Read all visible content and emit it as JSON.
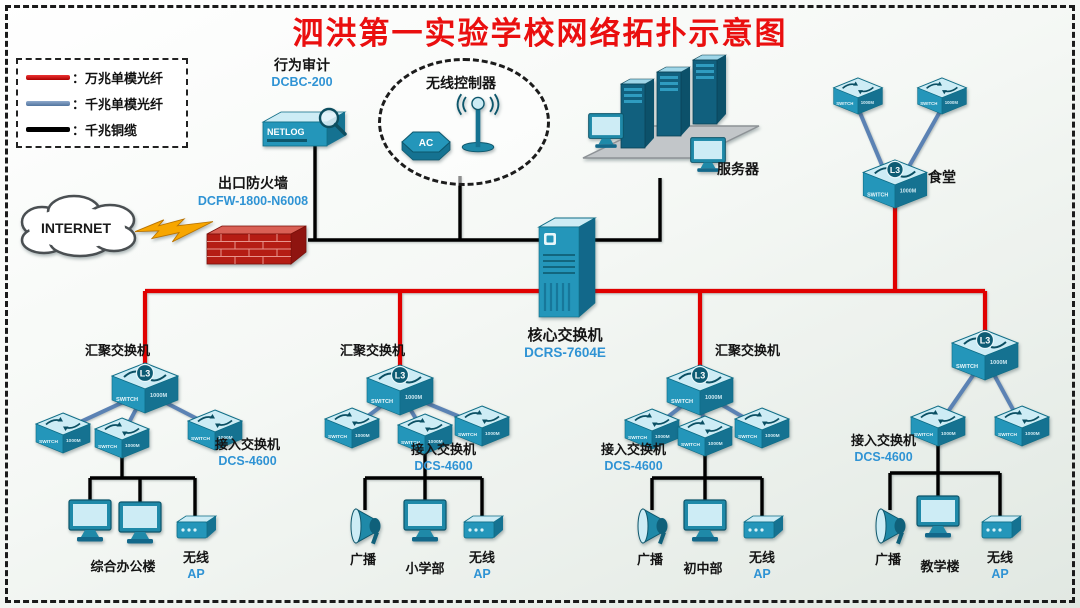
{
  "title": "泗洪第一实验学校网络拓扑示意图",
  "legend": {
    "items": [
      {
        "label": "：万兆单模光纤",
        "color": "#cc1111"
      },
      {
        "label": "：千兆单模光纤",
        "color": "#6d86ad"
      },
      {
        "label": "：千兆铜缆",
        "color": "#000000"
      }
    ]
  },
  "colors": {
    "fiber_10g_line": "#e00000",
    "fiber_1g_line": "#5b82b4",
    "copper_line": "#000000",
    "device_teal": "#2496ba",
    "title_red": "#ea0f0f",
    "model_blue": "#2f93d4"
  },
  "device_text": {
    "internet": "INTERNET",
    "switch_word": "SWITCH",
    "speed_word": "1000M",
    "l3_badge": "L3",
    "netlog": "NETLOG",
    "ac": "AC"
  },
  "nodes": {
    "audit": {
      "title": "行为审计",
      "model": "DCBC-200"
    },
    "wifi_controller": {
      "title": "无线控制器"
    },
    "servers": {
      "title": "服务器"
    },
    "canteen": {
      "title": "食堂"
    },
    "firewall": {
      "title": "出口防火墙",
      "model": "DCFW-1800-N6008"
    },
    "core": {
      "title": "核心交换机",
      "model": "DCRS-7604E"
    }
  },
  "branches": [
    {
      "agg_label": "汇聚交换机",
      "access_label": "接入交换机",
      "access_model": "DCS-4600",
      "endpoints": {
        "main": "综合办公楼",
        "wifi": "无线",
        "wifi_sub": "AP"
      }
    },
    {
      "agg_label": "汇聚交换机",
      "access_label": "接入交换机",
      "access_model": "DCS-4600",
      "endpoints": {
        "cast": "广播",
        "main": "小学部",
        "wifi": "无线",
        "wifi_sub": "AP"
      }
    },
    {
      "agg_label": "汇聚交换机",
      "access_label": "接入交换机",
      "access_model": "DCS-4600",
      "endpoints": {
        "cast": "广播",
        "main": "初中部",
        "wifi": "无线",
        "wifi_sub": "AP"
      }
    },
    {
      "access_label": "接入交换机",
      "access_model": "DCS-4600",
      "endpoints": {
        "cast": "广播",
        "main": "教学楼",
        "wifi": "无线",
        "wifi_sub": "AP"
      }
    }
  ]
}
